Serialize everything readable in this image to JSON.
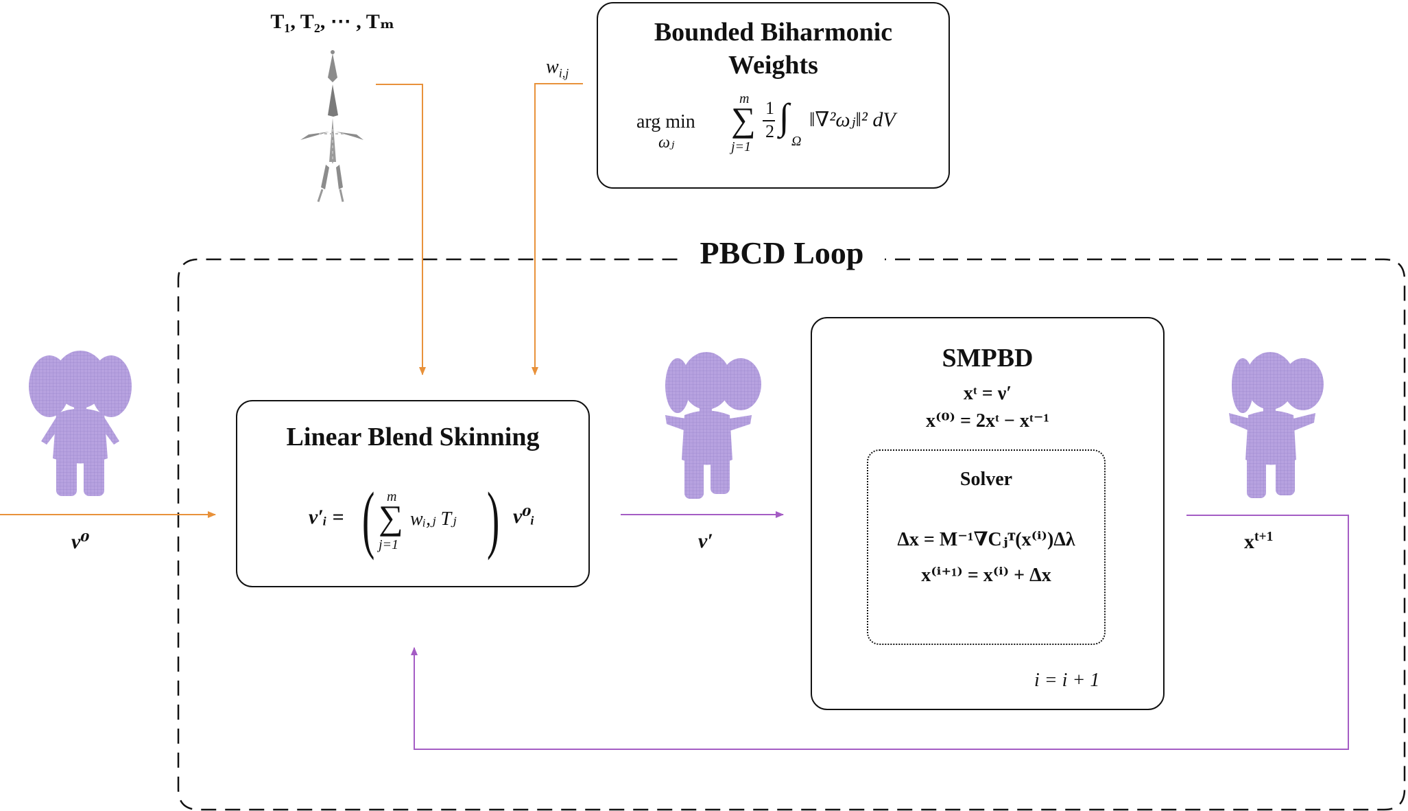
{
  "colors": {
    "orange": "#e8913a",
    "purple": "#a45cc4",
    "ink": "#111111",
    "elephant": "#b7a2e0",
    "elephant_dark": "#9a86cc",
    "rig": "#8c8c8c"
  },
  "icons": {
    "rig": "skeleton-rig-icon",
    "elephant": "elephant-mesh-icon"
  },
  "loop": {
    "title": "PBCD Loop"
  },
  "rig_label": {
    "transforms": "T₁, T₂, ⋯ , Tₘ"
  },
  "weights_label": "w",
  "weights_sub": "i,j",
  "bbw": {
    "title_line1": "Bounded Biharmonic",
    "title_line2": "Weights",
    "argmin_top": "arg min",
    "argmin_sub": "ωⱼ",
    "sum_top": "m",
    "sum_sym": "∑",
    "sum_bottom": "j=1",
    "frac_num": "1",
    "frac_den": "2",
    "integral": "∫",
    "integral_sub": "Ω",
    "integrand": "‖∇²ωⱼ‖² dV"
  },
  "lbs": {
    "title": "Linear Blend Skinning",
    "lhs": "ν′ᵢ =",
    "sum_top": "m",
    "sum_sym": "∑",
    "sum_bottom": "j=1",
    "sum_body": "wᵢ,ⱼ Tⱼ",
    "rhs": "ν⁰ᵢ"
  },
  "v0_label": "ν⁰",
  "vprime_label": "ν′",
  "xnext_label": "x",
  "xnext_sup": "t+1",
  "smpbd": {
    "title": "SMPBD",
    "eq1": "xᵗ = ν′",
    "eq2": "x⁽⁰⁾ = 2xᵗ − xᵗ⁻¹"
  },
  "solver": {
    "title": "Solver",
    "eq1": "Δx = M⁻¹∇Cⱼᵀ(x⁽ⁱ⁾)Δλ",
    "eq2": "x⁽ⁱ⁺¹⁾ = x⁽ⁱ⁾ + Δx",
    "loop_label": "i = i + 1"
  }
}
